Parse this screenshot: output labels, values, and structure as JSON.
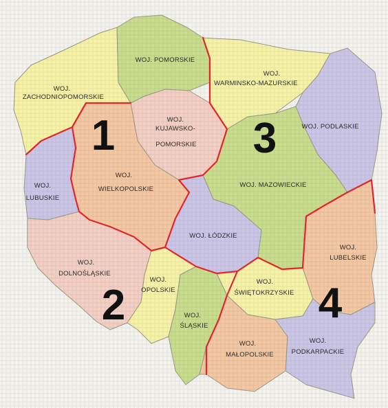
{
  "colors": {
    "yellow": "#f6f3a8",
    "green": "#c9dd8e",
    "pink": "#f3cfc4",
    "orange": "#f4c8a4",
    "lilac": "#cbc6e6",
    "border_red": "#e0262a",
    "background": "#f4f3ee"
  },
  "regions": {
    "zachodniopomorskie": {
      "line1": "WOJ.",
      "line2": "ZACHODNIOPOMORSKIE",
      "color": "yellow"
    },
    "pomorskie": {
      "line1": "WOJ. POMORSKIE",
      "color": "green"
    },
    "warminsko_mazurskie": {
      "line1": "WOJ.",
      "line2": "WARMINSKO-MAZURSKIE",
      "color": "yellow"
    },
    "podlaskie": {
      "line1": "WOJ. PODLASKIE",
      "color": "lilac"
    },
    "kujawsko_pomorskie": {
      "line1": "WOJ.",
      "line2": "KUJAWSKO-",
      "line3": "POMORSKIE",
      "color": "pink"
    },
    "lubuskie": {
      "line1": "WOJ.",
      "line2": "LUBUSKIE",
      "color": "lilac"
    },
    "wielkopolskie": {
      "line1": "WOJ.",
      "line2": "WIELKOPOLSKIE",
      "color": "orange"
    },
    "mazowieckie": {
      "line1": "WOJ. MAZOWIECKIE",
      "color": "green"
    },
    "lodzkie": {
      "line1": "WOJ. ŁÓDZKIE",
      "color": "lilac"
    },
    "lubelskie": {
      "line1": "WOJ.",
      "line2": "LUBELSKIE",
      "color": "orange"
    },
    "dolnoslaskie": {
      "line1": "WOJ.",
      "line2": "DOLNOŚLĄSKIE",
      "color": "pink"
    },
    "opolskie": {
      "line1": "WOJ.",
      "line2": "OPOLSKIE",
      "color": "yellow"
    },
    "slaskie": {
      "line1": "WOJ.",
      "line2": "ŚLĄSKIE",
      "color": "green"
    },
    "swietokrzyskie": {
      "line1": "WOJ.",
      "line2": "ŚWIĘTOKRZYSKIE",
      "color": "yellow"
    },
    "malopolskie": {
      "line1": "WOJ.",
      "line2": "MAŁOPOLSKIE",
      "color": "orange"
    },
    "podkarpackie": {
      "line1": "WOJ.",
      "line2": "PODKARPACKIE",
      "color": "lilac"
    }
  },
  "zones": [
    "1",
    "2",
    "3",
    "4"
  ]
}
